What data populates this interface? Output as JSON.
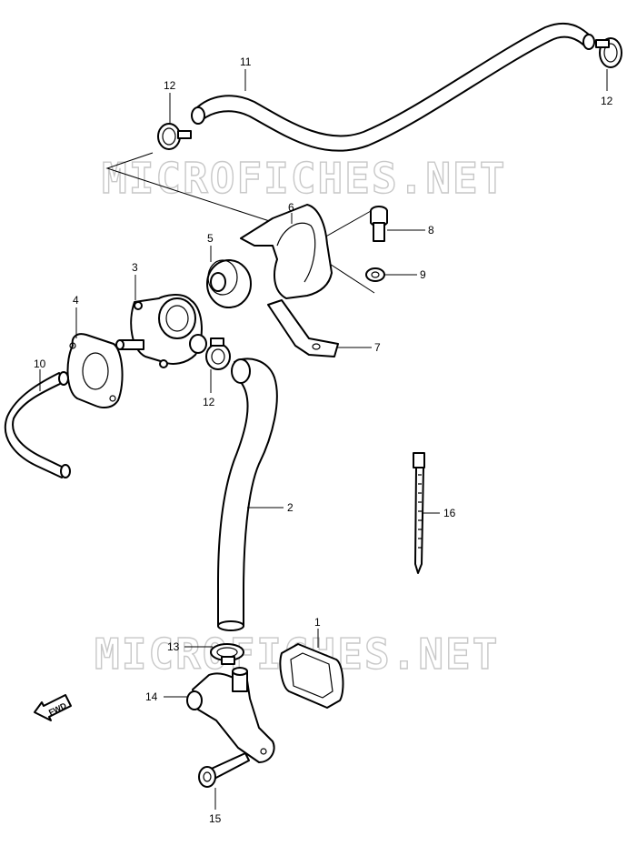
{
  "watermark": {
    "text": "MICROFICHES.NET"
  },
  "fwd_label": "FWD",
  "callouts": {
    "p1": "1",
    "p2": "2",
    "p3": "3",
    "p4": "4",
    "p5": "5",
    "p6": "6",
    "p7": "7",
    "p8": "8",
    "p9": "9",
    "p10": "10",
    "p11": "11",
    "p12a": "12",
    "p12b": "12",
    "p12c": "12",
    "p13": "13",
    "p14": "14",
    "p15": "15",
    "p16": "16"
  },
  "colors": {
    "line": "#000000",
    "watermark_outline": "#c8c8c8",
    "background": "#ffffff"
  }
}
